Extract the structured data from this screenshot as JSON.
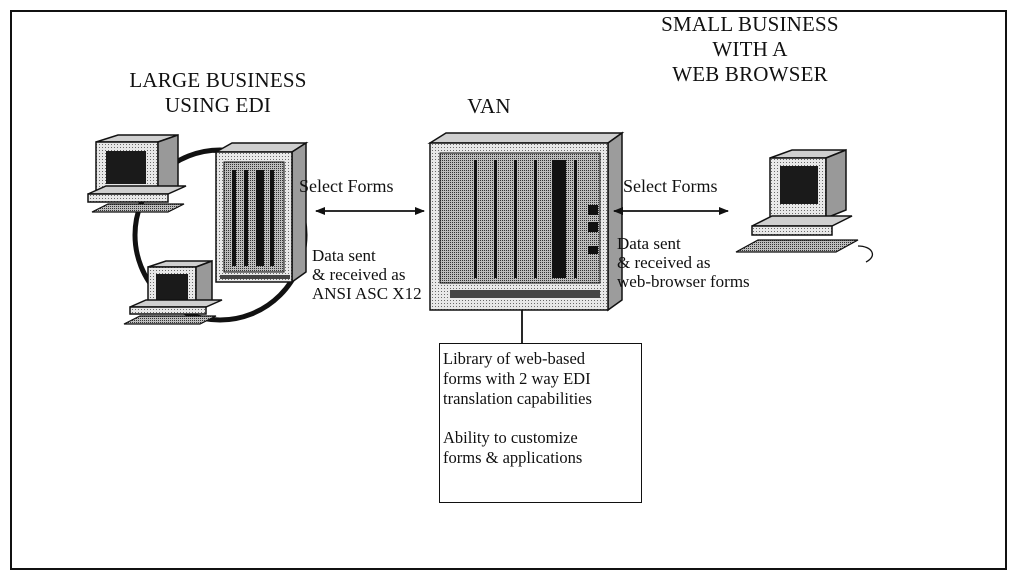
{
  "titles": {
    "left": [
      "LARGE BUSINESS",
      "USING EDI"
    ],
    "center": "VAN",
    "right": [
      "SMALL BUSINESS",
      "WITH A",
      "WEB BROWSER"
    ]
  },
  "left_link": {
    "label": "Select Forms",
    "data_note": [
      "Data sent",
      "& received as",
      "ANSI ASC X12"
    ]
  },
  "right_link": {
    "label": "Select Forms",
    "data_note": [
      "Data sent",
      "& received as",
      "web-browser forms"
    ]
  },
  "library_box": {
    "lines": [
      "Library of web-based",
      "forms with 2 way EDI",
      "translation capabilities"
    ],
    "lines2": [
      "Ability to customize",
      "forms & applications"
    ]
  }
}
